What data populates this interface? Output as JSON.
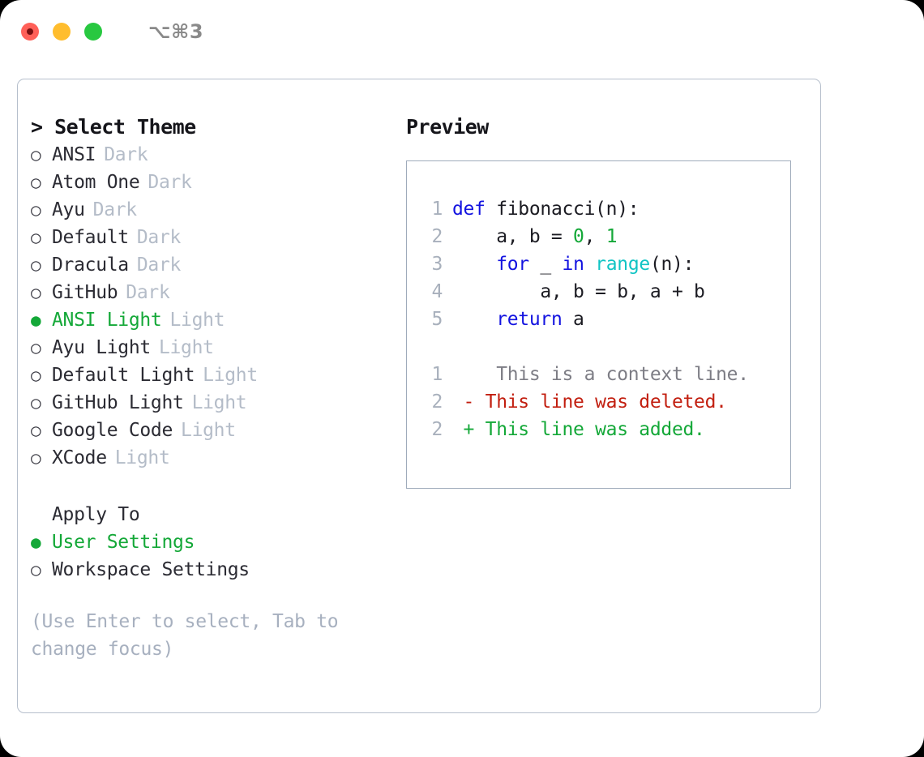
{
  "titlebar": {
    "shortcut": "⌥⌘3",
    "buttons": [
      {
        "name": "close-button",
        "color": "#ff6058"
      },
      {
        "name": "minimize-button",
        "color": "#ffbd2e"
      },
      {
        "name": "maximize-button",
        "color": "#28c840"
      }
    ]
  },
  "theme_picker": {
    "header": "> Select Theme",
    "selected_bullet": "●",
    "unselected_bullet": "○",
    "items": [
      {
        "bullet": "○",
        "label": "ANSI",
        "tag": "Dark",
        "selected": false
      },
      {
        "bullet": "○",
        "label": "Atom One",
        "tag": "Dark",
        "selected": false
      },
      {
        "bullet": "○",
        "label": "Ayu",
        "tag": "Dark",
        "selected": false
      },
      {
        "bullet": "○",
        "label": "Default",
        "tag": "Dark",
        "selected": false
      },
      {
        "bullet": "○",
        "label": "Dracula",
        "tag": "Dark",
        "selected": false
      },
      {
        "bullet": "○",
        "label": "GitHub",
        "tag": "Dark",
        "selected": false
      },
      {
        "bullet": "●",
        "label": "ANSI Light",
        "tag": "Light",
        "selected": true
      },
      {
        "bullet": "○",
        "label": "Ayu Light",
        "tag": "Light",
        "selected": false
      },
      {
        "bullet": "○",
        "label": "Default Light",
        "tag": "Light",
        "selected": false
      },
      {
        "bullet": "○",
        "label": "GitHub Light",
        "tag": "Light",
        "selected": false
      },
      {
        "bullet": "○",
        "label": "Google Code",
        "tag": "Light",
        "selected": false
      },
      {
        "bullet": "○",
        "label": "XCode",
        "tag": "Light",
        "selected": false
      }
    ]
  },
  "apply_to": {
    "header": "Apply To",
    "items": [
      {
        "bullet": "●",
        "label": "User Settings",
        "selected": true
      },
      {
        "bullet": "○",
        "label": "Workspace Settings",
        "selected": false
      }
    ]
  },
  "hint": "(Use Enter to select, Tab to change focus)",
  "preview": {
    "title": "Preview",
    "code_lines": [
      {
        "num": "1",
        "tokens": [
          {
            "t": "def",
            "c": "kw"
          },
          {
            "t": " fibonacci(n):",
            "c": "plain"
          }
        ]
      },
      {
        "num": "2",
        "tokens": [
          {
            "t": "    a, b = ",
            "c": "plain"
          },
          {
            "t": "0",
            "c": "num"
          },
          {
            "t": ", ",
            "c": "plain"
          },
          {
            "t": "1",
            "c": "num"
          }
        ]
      },
      {
        "num": "3",
        "tokens": [
          {
            "t": "    ",
            "c": "plain"
          },
          {
            "t": "for",
            "c": "kw"
          },
          {
            "t": " _ ",
            "c": "plain"
          },
          {
            "t": "in",
            "c": "kw"
          },
          {
            "t": " ",
            "c": "plain"
          },
          {
            "t": "range",
            "c": "fn"
          },
          {
            "t": "(n):",
            "c": "plain"
          }
        ]
      },
      {
        "num": "4",
        "tokens": [
          {
            "t": "        a, b = b, a + b",
            "c": "plain"
          }
        ]
      },
      {
        "num": "5",
        "tokens": [
          {
            "t": "    ",
            "c": "plain"
          },
          {
            "t": "return",
            "c": "kw"
          },
          {
            "t": " a",
            "c": "plain"
          }
        ]
      }
    ],
    "diff_lines": [
      {
        "num": "1",
        "marker": " ",
        "text": "  This is a context line.",
        "kind": "ctx"
      },
      {
        "num": "2",
        "marker": "-",
        "text": " This line was deleted.",
        "kind": "del"
      },
      {
        "num": "2",
        "marker": "+",
        "text": " This line was added.",
        "kind": "add"
      }
    ]
  },
  "colors": {
    "accent_green": "#14a838",
    "keyword_blue": "#1313e0",
    "function_cyan": "#10c4c4",
    "diff_deleted_red": "#c21f10",
    "muted_gray": "#b4bcc8",
    "border": "#b6bfcc"
  }
}
